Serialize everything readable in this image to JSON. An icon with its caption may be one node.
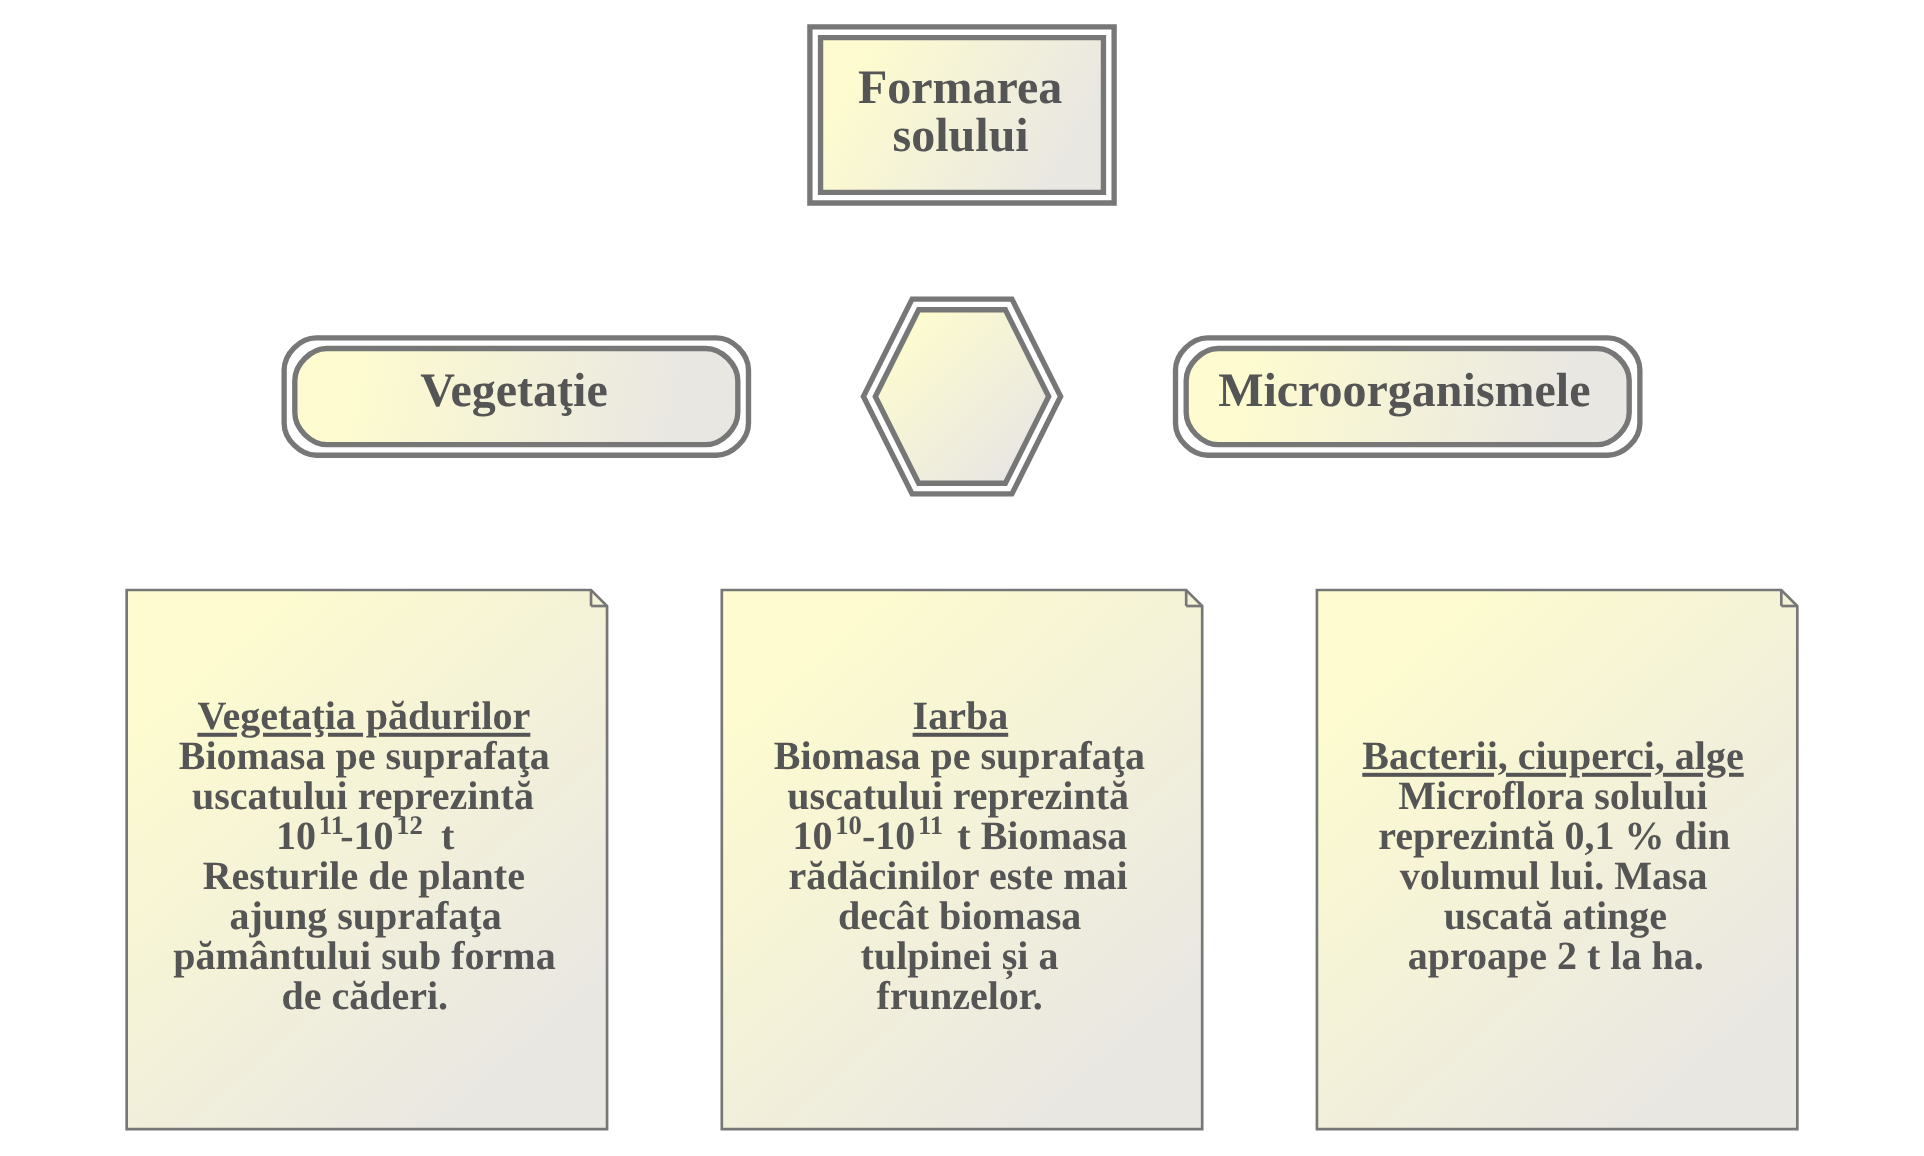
{
  "diagram": {
    "nodes": [
      {
        "text": [
          "Formarea solului"
        ]
      },
      {
        "text": [
          "Vegetaţie"
        ]
      },
      {
        "text": [],
        "shape": "cross"
      },
      {
        "text": [
          "Microorganismele"
        ]
      },
      {
        "text": [
          "Vegetaţia pădurilor",
          "Biomasa pe suprafaţa uscatului reprezintă 10$^{11}$-10$^{12}$ t Resturile de plante ajung suprafaţa pământului sub forma de căderi."
        ]
      },
      {
        "text": [
          "Iarba",
          "Biomasa pe suprafaţa uscatului reprezintă 10$^{10}$-10$^{11}$ t Biomasa rădăcinilor este mai decât biomasa tulpinei și a frunzelor."
        ]
      },
      {
        "text": [
          "Bacterii, ciuperci, alge",
          "Microflora solului reprezintă 0,1 % din volumul lui. Masa uscată atinge aproape 2 t la ha."
        ]
      }
    ],
    "edges": []
  }
}
